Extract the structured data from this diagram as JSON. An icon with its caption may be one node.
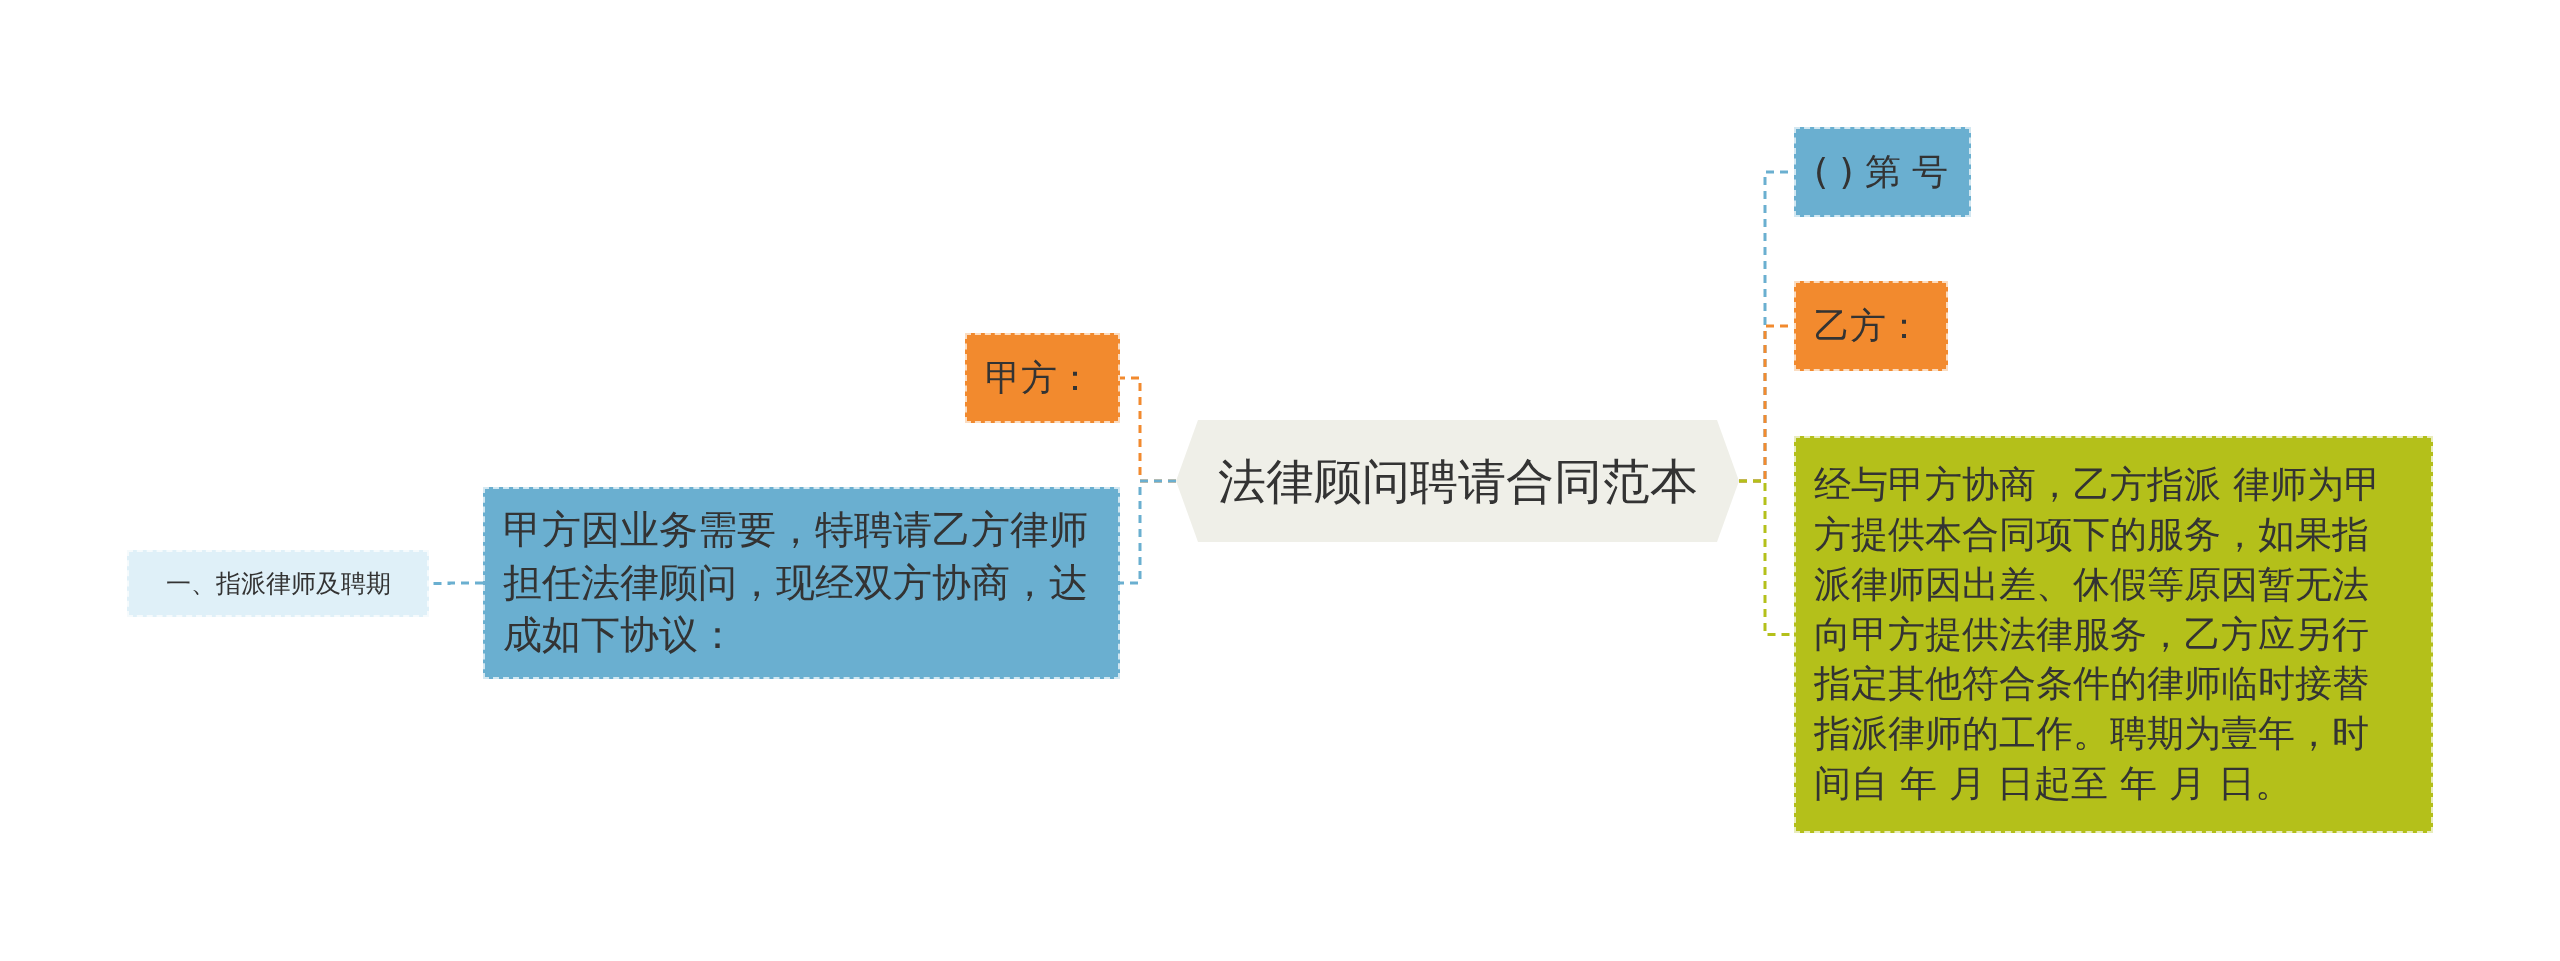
{
  "diagram": {
    "nodes": [
      {
        "text": [
          "法律顾问聘请合同范本"
        ]
      },
      {
        "text": [
          "甲方："
        ]
      },
      {
        "text": [
          "甲方因业务需要，特聘请乙方律师担任法律顾问，现经双方协商，达成如下协议："
        ]
      },
      {
        "text": [
          "一、指派律师及聘期"
        ]
      },
      {
        "text": [
          "( ) 第 号"
        ]
      },
      {
        "text": [
          "乙方："
        ]
      },
      {
        "text": [
          "经与甲方协商，乙方指派 律师为甲方提供本合同项下的服务，如果指派律师因出差、休假等原因暂无法向甲方提供法律服务，乙方应另行指定其他符合条件的律师临时接替指派律师的工作。聘期为壹年，时间自 年 月 日起至 年 月 日。"
        ]
      }
    ],
    "edges": [
      {
        "from": 0,
        "to": 1,
        "arrow": "none",
        "style": "dashed",
        "color": "#f28a2e"
      },
      {
        "from": 0,
        "to": 2,
        "arrow": "none",
        "style": "dashed",
        "color": "#6aafd0"
      },
      {
        "from": 2,
        "to": 3,
        "arrow": "none",
        "style": "dashed",
        "color": "#6aafd0"
      },
      {
        "from": 0,
        "to": 4,
        "arrow": "none",
        "style": "dashed",
        "color": "#6aafd0"
      },
      {
        "from": 0,
        "to": 5,
        "arrow": "none",
        "style": "dashed",
        "color": "#f28a2e"
      },
      {
        "from": 0,
        "to": 6,
        "arrow": "none",
        "style": "dashed",
        "color": "#b4c01a"
      }
    ]
  }
}
